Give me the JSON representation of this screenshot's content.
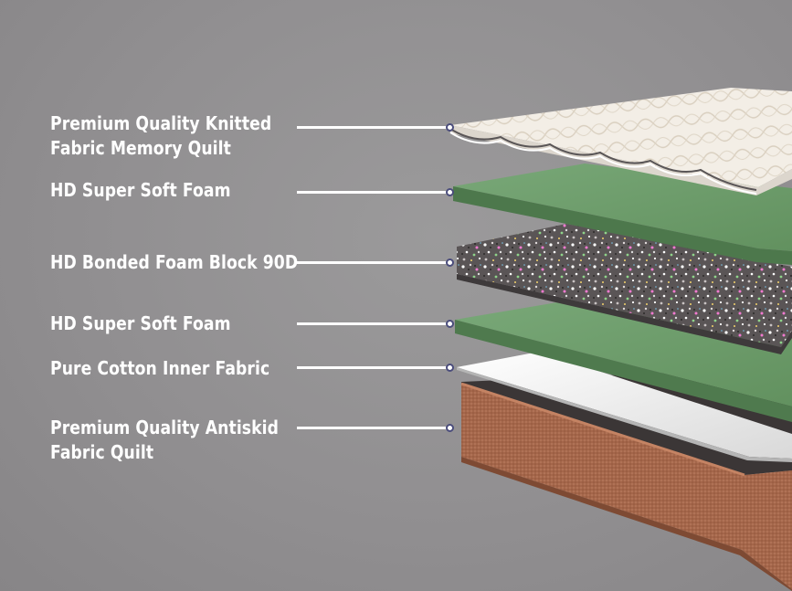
{
  "layers": [
    {
      "label": "Premium Quality Knitted\nFabric Memory Quilt"
    },
    {
      "label": "HD Super Soft Foam"
    },
    {
      "label": "HD Bonded Foam Block 90D"
    },
    {
      "label": "HD Super Soft Foam"
    },
    {
      "label": "Pure Cotton Inner Fabric"
    },
    {
      "label": "Premium Quality Antiskid\nFabric Quilt"
    }
  ],
  "colors": {
    "background": "#939193",
    "label_text": "#ffffff",
    "leader_line": "#ffffff",
    "pin_ring": "#4b4d7c",
    "knitted_quilt": "#efe9df",
    "soft_foam": "#6c9b6d",
    "bonded_foam": "#5c5758",
    "cotton_fabric": "#f1f1f1",
    "antiskid_quilt": "#a5674a"
  }
}
